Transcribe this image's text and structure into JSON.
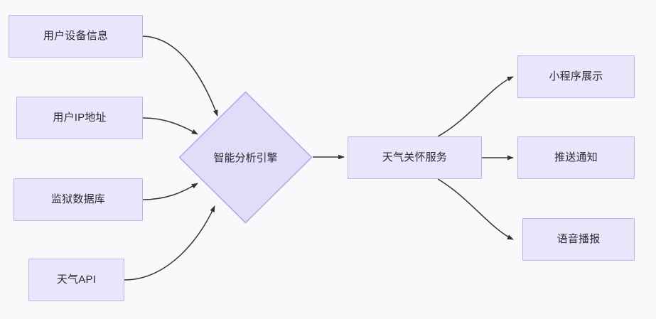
{
  "diagram": {
    "type": "flowchart",
    "direction": "left-to-right",
    "background_color": "#f8f9fb",
    "node_fill_color": "#e8e6fb",
    "node_border_color": "#c3b2e8",
    "edge_color": "#333333",
    "text_color": "#2b2b33",
    "inputs": [
      {
        "id": "device",
        "label": "用户设备信息"
      },
      {
        "id": "ip",
        "label": "用户IP地址"
      },
      {
        "id": "prison",
        "label": "监狱数据库"
      },
      {
        "id": "weather_api",
        "label": "天气API"
      }
    ],
    "processor": {
      "id": "engine",
      "label": "智能分析引擎",
      "shape": "diamond"
    },
    "service": {
      "id": "service",
      "label": "天气关怀服务",
      "shape": "rect"
    },
    "outputs": [
      {
        "id": "miniapp",
        "label": "小程序展示"
      },
      {
        "id": "push",
        "label": "推送通知"
      },
      {
        "id": "voice",
        "label": "语音播报"
      }
    ],
    "edges": [
      {
        "from": "device",
        "to": "engine"
      },
      {
        "from": "ip",
        "to": "engine"
      },
      {
        "from": "prison",
        "to": "engine"
      },
      {
        "from": "weather_api",
        "to": "engine"
      },
      {
        "from": "engine",
        "to": "service"
      },
      {
        "from": "service",
        "to": "miniapp"
      },
      {
        "from": "service",
        "to": "push"
      },
      {
        "from": "service",
        "to": "voice"
      }
    ]
  }
}
